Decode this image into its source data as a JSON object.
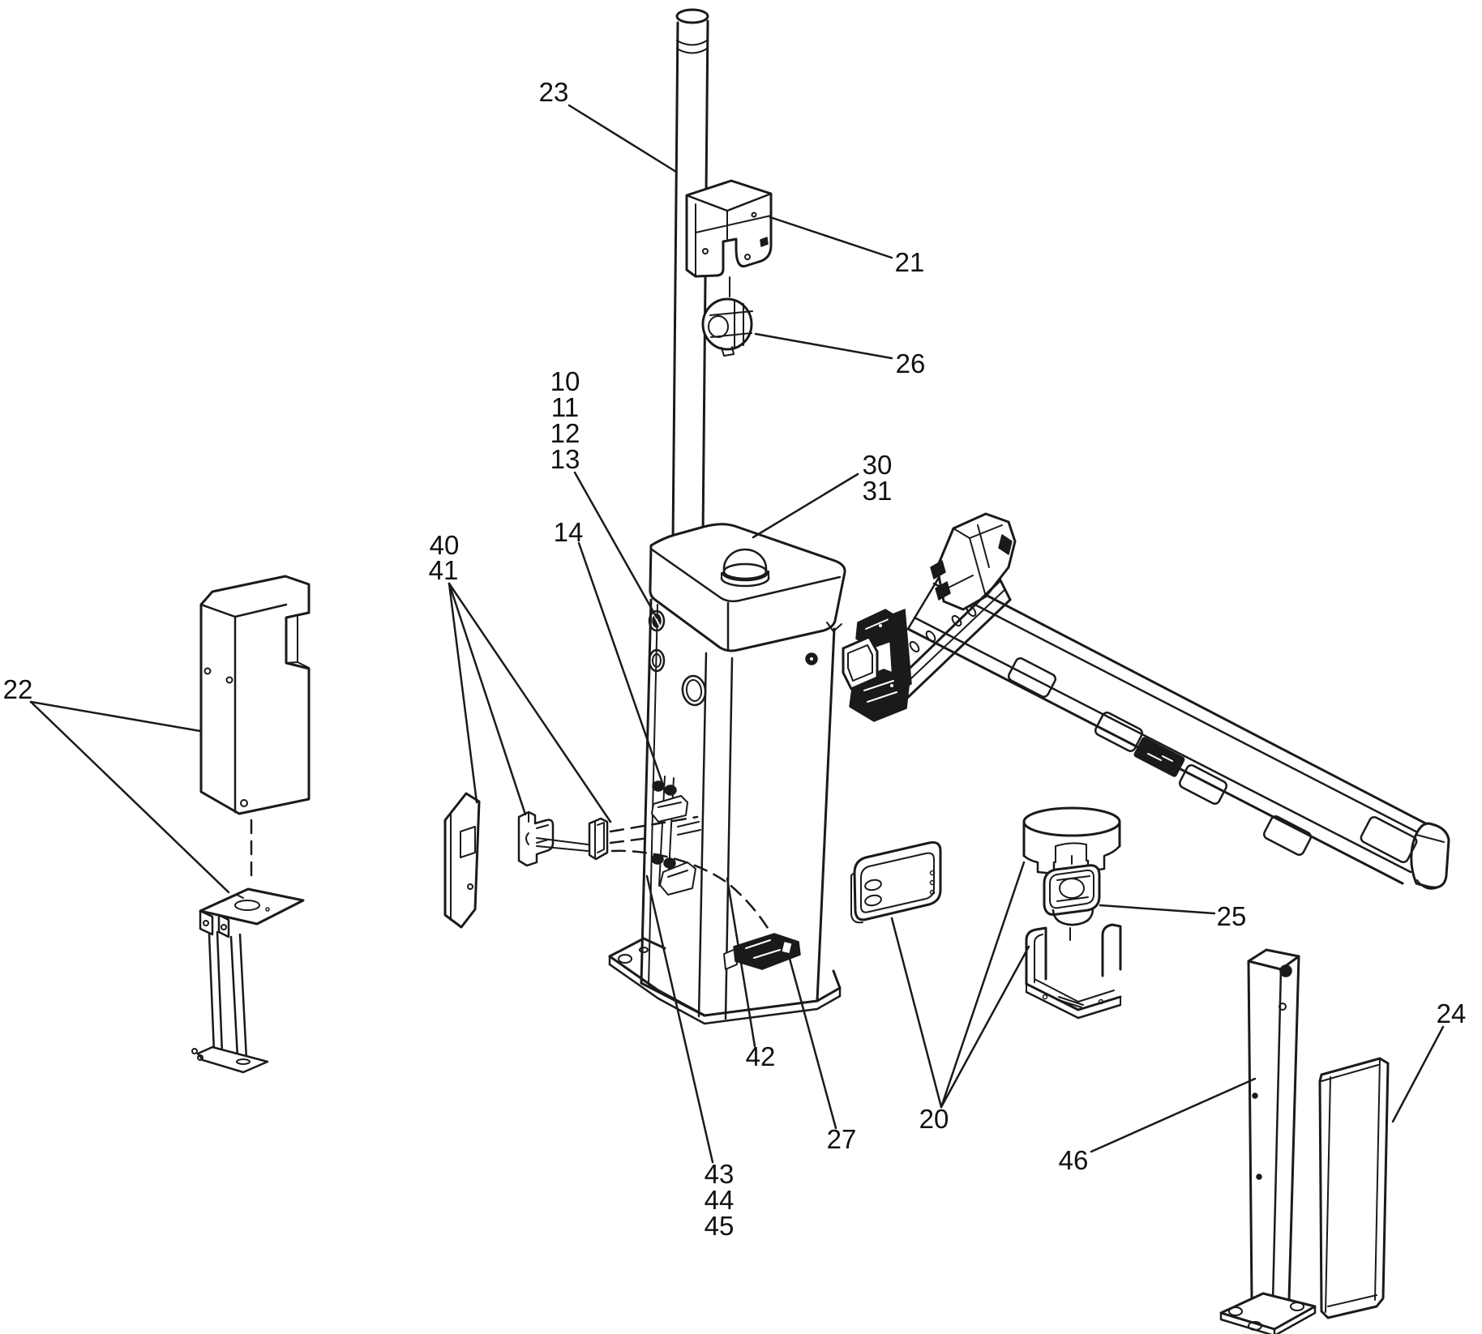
{
  "diagram": {
    "kind": "exploded-parts-diagram",
    "subject": "barrier-gate-assembly",
    "colors": {
      "background": "#ffffff",
      "line": "#1a1a1a",
      "fill_dark": "#1a1a1a"
    },
    "labels": [
      {
        "text": "23"
      },
      {
        "text": "21"
      },
      {
        "text": "26"
      },
      {
        "text": "10"
      },
      {
        "text": "11"
      },
      {
        "text": "12"
      },
      {
        "text": "13"
      },
      {
        "text": "14"
      },
      {
        "text": "30"
      },
      {
        "text": "31"
      },
      {
        "text": "40"
      },
      {
        "text": "41"
      },
      {
        "text": "22"
      },
      {
        "text": "42"
      },
      {
        "text": "27"
      },
      {
        "text": "43"
      },
      {
        "text": "44"
      },
      {
        "text": "45"
      },
      {
        "text": "20"
      },
      {
        "text": "25"
      },
      {
        "text": "46"
      },
      {
        "text": "24"
      }
    ]
  }
}
